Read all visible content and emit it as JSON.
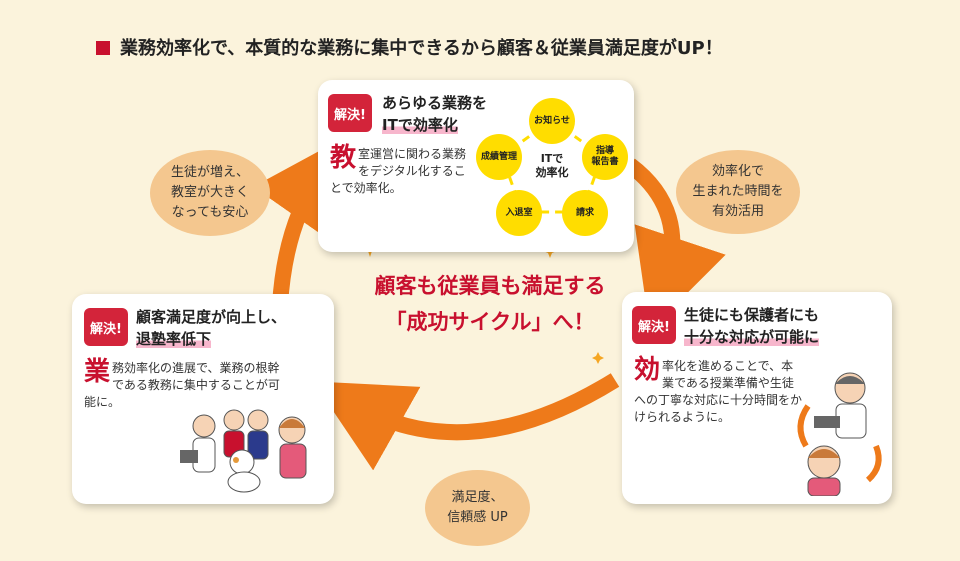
{
  "header": {
    "title": "業務効率化で、本質的な業務に集中できるから顧客＆従業員満足度がUP！"
  },
  "center": {
    "line1": "顧客も従業員も満足する",
    "line2": "「成功サイクル」へ！"
  },
  "cards": {
    "top": {
      "badge": "解決!",
      "title_line1": "あらゆる業務を",
      "title_line2": "ITで効率化",
      "body_initial": "教",
      "body_text": "室運営に関わる業務をデジタル化することで効率化。",
      "hub": "ITで\n効率化",
      "nodes": [
        "お知らせ",
        "指導\n報告書",
        "請求",
        "入退室",
        "成績管理"
      ]
    },
    "right": {
      "badge": "解決!",
      "title_line1": "生徒にも保護者にも",
      "title_line2": "十分な対応が可能に",
      "body_initial": "効",
      "body_text": "率化を進めることで、本業である授業準備や生徒への丁寧な対応に十分時間をかけられるように。"
    },
    "left": {
      "badge": "解決!",
      "title_line1": "顧客満足度が向上し、",
      "title_line2": "退塾率低下",
      "body_initial": "業",
      "body_text": "務効率化の進展で、業務の根幹である教務に集中することが可能に。"
    }
  },
  "clouds": {
    "upper_left": "生徒が増え、\n教室が大きく\nなっても安心",
    "upper_right": "効率化で\n生まれた時間を\n有効活用",
    "bottom": "満足度、\n信頼感 UP"
  },
  "colors": {
    "accent_red": "#c8102e",
    "arrow_orange": "#ee7a1a",
    "node_yellow": "#ffdd00",
    "cloud_peach": "#f4c78f",
    "background": "#fbf3dc"
  }
}
